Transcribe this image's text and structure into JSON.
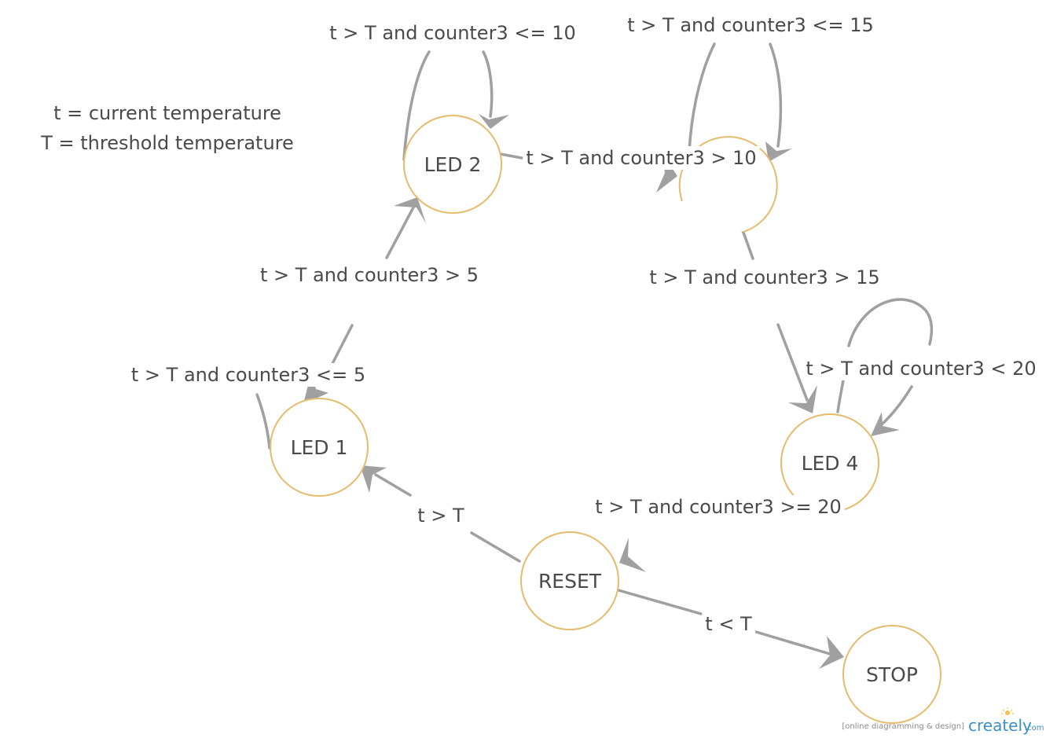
{
  "legend": {
    "line1": "t = current temperature",
    "line2": "T = threshold temperature"
  },
  "states": {
    "led1": "LED 1",
    "led2": "LED 2",
    "led3": "",
    "led4": "LED 4",
    "reset": "RESET",
    "stop": "STOP"
  },
  "transitions": {
    "led2_self": "t > T and counter3 <= 10",
    "led3_self": "t > T and counter3 <= 15",
    "led2_to_led3": "t > T and counter3 > 10",
    "led1_to_led2": "t > T and counter3 > 5",
    "led3_to_led4": "t > T and counter3 > 15",
    "led1_self": "t > T and counter3 <= 5",
    "led4_self": "t > T and counter3 < 20",
    "led4_to_reset": "t > T and counter3 >= 20",
    "reset_to_led1": "t > T",
    "reset_to_stop": "t < T"
  },
  "watermark": {
    "tagline": "[online diagramming & design]",
    "brand": "creately",
    "tld": ".com"
  },
  "colors": {
    "state_border": "#e6bb6b",
    "edge": "#a0a0a0",
    "text": "#4a4a4a",
    "brand": "#3c8fc4"
  }
}
